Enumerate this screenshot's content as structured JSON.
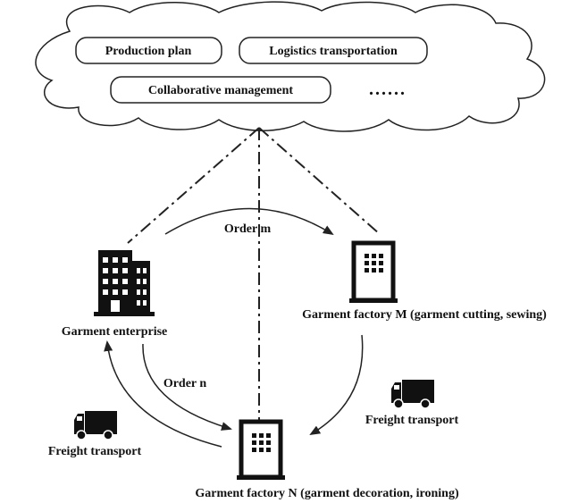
{
  "cloud": {
    "pills": [
      {
        "label": "Production plan"
      },
      {
        "label": "Logistics transportation"
      },
      {
        "label": "Collaborative management"
      }
    ],
    "more": "......"
  },
  "nodes": {
    "enterprise": {
      "label": "Garment enterprise",
      "icon": "office-buildings-icon"
    },
    "factory_m": {
      "label": "Garment factory M (garment cutting, sewing)",
      "icon": "factory-building-icon"
    },
    "factory_n": {
      "label": "Garment factory N (garment decoration, ironing)",
      "icon": "factory-building-icon"
    }
  },
  "edges": {
    "order_m": "Order m",
    "order_n": "Order n",
    "freight_right": "Freight transport",
    "freight_left": "Freight transport"
  }
}
